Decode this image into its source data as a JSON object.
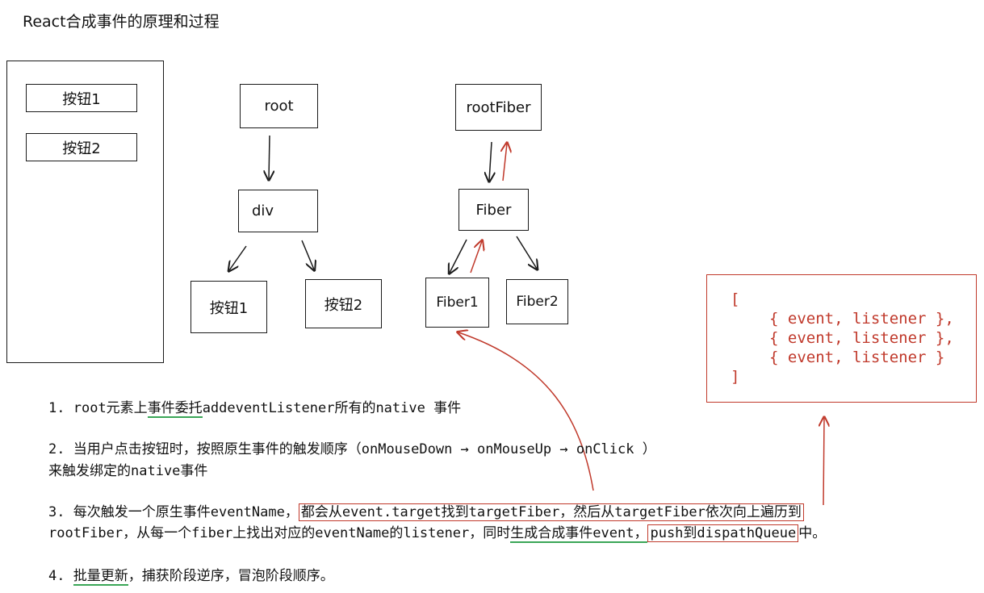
{
  "title": "React合成事件的原理和过程",
  "panel": {
    "buttons": [
      "按钮1",
      "按钮2"
    ]
  },
  "dom_tree": {
    "root": "root",
    "div": "div",
    "btn1": "按钮1",
    "btn2": "按钮2"
  },
  "fiber_tree": {
    "root": "rootFiber",
    "fiber": "Fiber",
    "fiber1": "Fiber1",
    "fiber2": "Fiber2"
  },
  "dispatch_queue": {
    "open": "[",
    "items": [
      "{ event, listener },",
      "{ event, listener },",
      "{ event, listener }"
    ],
    "close": "]"
  },
  "steps": {
    "s1": {
      "num": "1.",
      "a": "root元素上",
      "b": "事件委托",
      "c": "addeventListener所有的native 事件"
    },
    "s2": {
      "num": "2.",
      "a": "当用户点击按钮时，按照原生事件的触发顺序（onMouseDown → onMouseUp → onClick ）",
      "b": "来触发绑定的native事件"
    },
    "s3": {
      "num": "3.",
      "a": "每次触发一个原生事件eventName，",
      "b": "都会从event.target找到targetFiber，然后从targetFiber依次向上遍历到",
      "c": "rootFiber，从每一个fiber上找出对应的eventName的listener，同时",
      "d": "生成合成事件event，",
      "e": "push到dispathQueue",
      "f": "中。"
    },
    "s4": {
      "num": "4.",
      "a": "批量更新",
      "b": "，捕获阶段逆序，冒泡阶段顺序。"
    }
  },
  "colors": {
    "accent_red": "#c0392b",
    "underline_green": "#3aa657",
    "ink": "#1a1a1a"
  }
}
